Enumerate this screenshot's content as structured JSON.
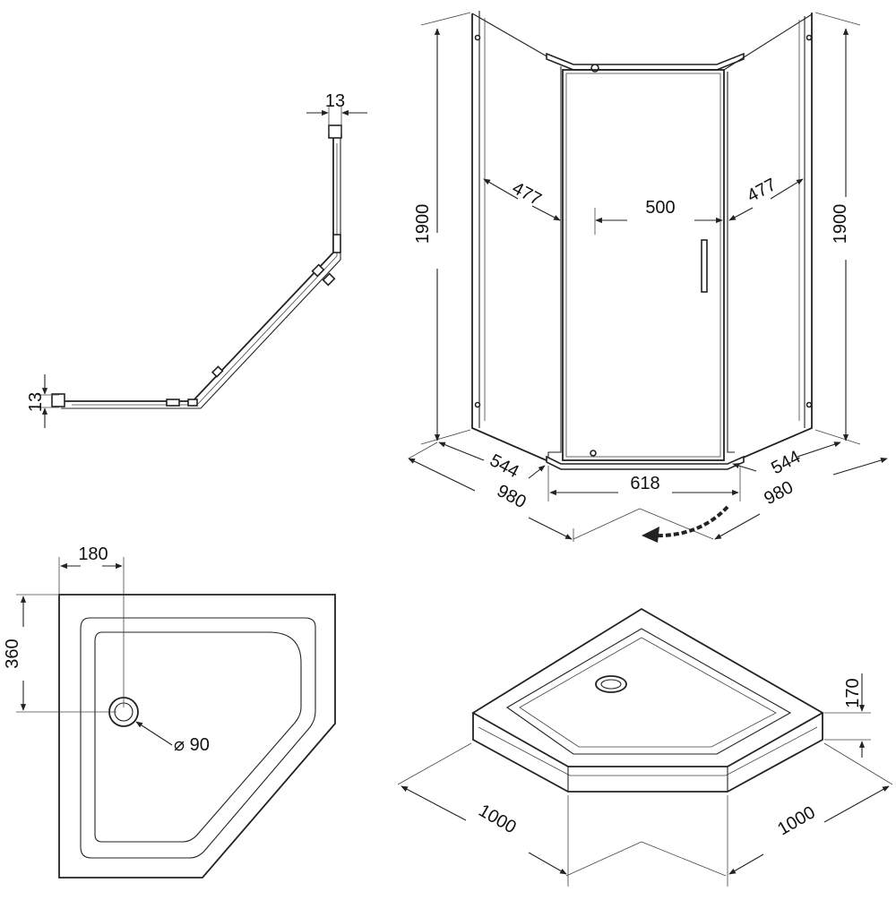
{
  "top_view": {
    "wall_gap_top": "13",
    "wall_gap_left": "13"
  },
  "front_view": {
    "height_left": "1900",
    "height_right": "1900",
    "side_panel_left": "477",
    "door_width": "500",
    "side_panel_right": "477",
    "base_left": "544",
    "base_right": "544",
    "front_width": "618",
    "depth_left": "980",
    "depth_right": "980"
  },
  "tray_plan": {
    "drain_offset_x": "180",
    "drain_offset_y": "360",
    "drain_diameter": "⌀ 90"
  },
  "tray_iso": {
    "tray_height": "170",
    "side_left": "1000",
    "side_right": "1000"
  }
}
